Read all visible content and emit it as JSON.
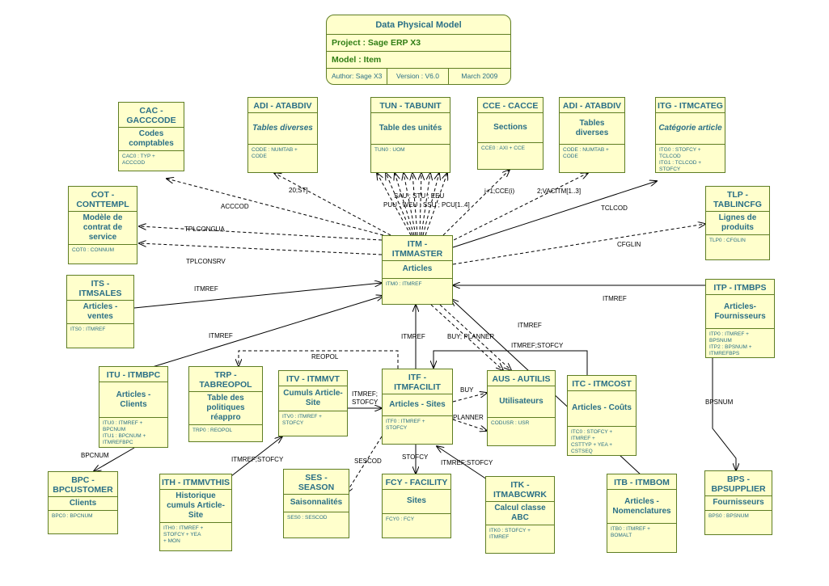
{
  "header": {
    "title": "Data Physical Model",
    "project": "Project : Sage ERP X3",
    "model": "Model   : Item",
    "author": "Author: Sage X3",
    "version": "Version : V6.0",
    "date": "March 2009"
  },
  "entities": [
    {
      "id": "cac",
      "code": "CAC -\nGACCCODE",
      "desc": "Codes comptables",
      "italic": false,
      "index": [
        "CAC0 : TYP +",
        "ACCCOD"
      ]
    },
    {
      "id": "adi1",
      "code": "ADI - ATABDIV",
      "desc": "Tables diverses",
      "italic": true,
      "index": [
        "CODE : NUMTAB + CODE"
      ]
    },
    {
      "id": "tun",
      "code": "TUN - TABUNIT",
      "desc": "Table des unités",
      "italic": false,
      "index": [
        "TUN0 : UOM"
      ]
    },
    {
      "id": "cce",
      "code": "CCE - CACCE",
      "desc": "Sections",
      "italic": false,
      "index": [
        "CCE0 : AXI + CCE"
      ]
    },
    {
      "id": "adi2",
      "code": "ADI - ATABDIV",
      "desc": "Tables diverses",
      "italic": false,
      "index": [
        "CODE : NUMTAB +",
        "CODE"
      ]
    },
    {
      "id": "itg",
      "code": "ITG - ITMCATEG",
      "desc": "Catégorie article",
      "italic": true,
      "index": [
        "ITG0 : STOFCY + TCLCOD",
        "ITG1 : TCLCOD + STOFCY"
      ]
    },
    {
      "id": "cot",
      "code": "COT -\nCONTTEMPL",
      "desc": "Modèle de contrat de service",
      "italic": false,
      "index": [
        "COT0 : CONNUM"
      ]
    },
    {
      "id": "tlp",
      "code": "TLP -\nTABLINCFG",
      "desc": "Lignes de produits",
      "italic": false,
      "index": [
        "TLP0 : CFGLIN"
      ]
    },
    {
      "id": "itm",
      "code": "ITM -\nITMMASTER",
      "desc": "Articles",
      "italic": false,
      "index": [
        "ITM0 : ITMREF"
      ]
    },
    {
      "id": "its",
      "code": "ITS - ITMSALES",
      "desc": "Articles - ventes",
      "italic": false,
      "index": [
        "ITS0 : ITMREF"
      ]
    },
    {
      "id": "itp",
      "code": "ITP - ITMBPS",
      "desc": "Articles- Fournisseurs",
      "italic": false,
      "index": [
        "ITP0 : ITMREF +",
        "BPSNUM",
        "ITP2 : BPSNUM +",
        "ITMREFBPS"
      ]
    },
    {
      "id": "itu",
      "code": "ITU - ITMBPC",
      "desc": "Articles - Clients",
      "italic": false,
      "index": [
        "ITU0 : ITMREF +",
        "BPCNUM",
        "ITU1 : BPCNUM +",
        "ITMREFBPC"
      ]
    },
    {
      "id": "trp",
      "code": "TRP -\nTABREOPOL",
      "desc": "Table des politiques réappro",
      "italic": false,
      "index": [
        "TRP0 : REOPOL"
      ]
    },
    {
      "id": "itv",
      "code": "ITV - ITMMVT",
      "desc": "Cumuls Article- Site",
      "italic": false,
      "index": [
        "ITV0 : ITMREF +",
        "STOFCY"
      ]
    },
    {
      "id": "itf",
      "code": "ITF - ITMFACILIT",
      "desc": "Articles - Sites",
      "italic": false,
      "index": [
        "ITF0 : ITMREF +",
        "STOFCY"
      ]
    },
    {
      "id": "aus",
      "code": "AUS - AUTILIS",
      "desc": "Utilisateurs",
      "italic": false,
      "index": [
        "CODUSR : USR"
      ]
    },
    {
      "id": "itc",
      "code": "ITC - ITMCOST",
      "desc": "Articles - Coûts",
      "italic": false,
      "index": [
        "ITC0 : STOFCY +",
        "ITMREF +",
        "CSTTYP + YEA +",
        "CSTSEQ"
      ]
    },
    {
      "id": "bpc",
      "code": "BPC -\nBPCUSTOMER",
      "desc": "Clients",
      "italic": false,
      "index": [
        "BPC0 : BPCNUM"
      ]
    },
    {
      "id": "ith",
      "code": "ITH - ITMMVTHIS",
      "desc": "Historique cumuls Article- Site",
      "italic": false,
      "index": [
        "ITH0 : ITMREF +",
        "STOFCY + YEA",
        "+ MON"
      ]
    },
    {
      "id": "ses",
      "code": "SES -\nSEASON",
      "desc": "Saisonnalités",
      "italic": false,
      "index": [
        "SES0 : SESCOD"
      ]
    },
    {
      "id": "fcy",
      "code": "FCY - FACILITY",
      "desc": "Sites",
      "italic": false,
      "index": [
        "FCY0 : FCY"
      ]
    },
    {
      "id": "itk",
      "code": "ITK -\nITMABCWRK",
      "desc": "Calcul classe ABC",
      "italic": false,
      "index": [
        "ITK0 : STOFCY +",
        "ITMREF"
      ]
    },
    {
      "id": "itb",
      "code": "ITB - ITMBOM",
      "desc": "Articles - Nomenclatures",
      "italic": false,
      "index": [
        "ITB0 : ITMREF +",
        "BOMALT"
      ]
    },
    {
      "id": "bps",
      "code": "BPS -\nBPSUPPLIER",
      "desc": "Fournisseurs",
      "italic": false,
      "index": [
        "BPS0 : BPSNUM"
      ]
    }
  ],
  "relations": [
    {
      "id": "r-accc",
      "label": "ACCCOD"
    },
    {
      "id": "r-20st",
      "label": "20;ST]"
    },
    {
      "id": "r-sau",
      "label": "SAU ; STU ; EEU"
    },
    {
      "id": "r-puu",
      "label": "PUU ; WEU ; SSU ; PCU[1..4]"
    },
    {
      "id": "r-cce",
      "label": "i+1;CCE(i)"
    },
    {
      "id": "r-vacitm",
      "label": "2;VACITM[1..3]"
    },
    {
      "id": "r-tclcod",
      "label": "TCLCOD"
    },
    {
      "id": "r-tplcongua",
      "label": "TPLCONGUA"
    },
    {
      "id": "r-tplconsrv",
      "label": "TPLCONSRV"
    },
    {
      "id": "r-cfglin",
      "label": "CFGLIN"
    },
    {
      "id": "r-its",
      "label": "ITMREF"
    },
    {
      "id": "r-itp",
      "label": "ITMREF"
    },
    {
      "id": "r-itu",
      "label": "ITMREF"
    },
    {
      "id": "r-itf",
      "label": "ITMREF"
    },
    {
      "id": "r-itb",
      "label": "ITMREF"
    },
    {
      "id": "r-buyplanner",
      "label": "BUY; PLANNER"
    },
    {
      "id": "r-itc",
      "label": "ITMREF;STOFCY"
    },
    {
      "id": "r-reopol",
      "label": "REOPOL"
    },
    {
      "id": "r-itv-1",
      "label": "ITMREF;"
    },
    {
      "id": "r-itv-2",
      "label": "STOFCY"
    },
    {
      "id": "r-buy",
      "label": "BUY"
    },
    {
      "id": "r-planner",
      "label": "PLANNER"
    },
    {
      "id": "r-sescod",
      "label": "SESCOD"
    },
    {
      "id": "r-stofcy",
      "label": "STOFCY"
    },
    {
      "id": "r-itk",
      "label": "ITMREF;STOFCY"
    },
    {
      "id": "r-ith",
      "label": "ITMREF;STOFCY"
    },
    {
      "id": "r-bpcnum",
      "label": "BPCNUM"
    },
    {
      "id": "r-bpsnum",
      "label": "BPSNUM"
    }
  ]
}
